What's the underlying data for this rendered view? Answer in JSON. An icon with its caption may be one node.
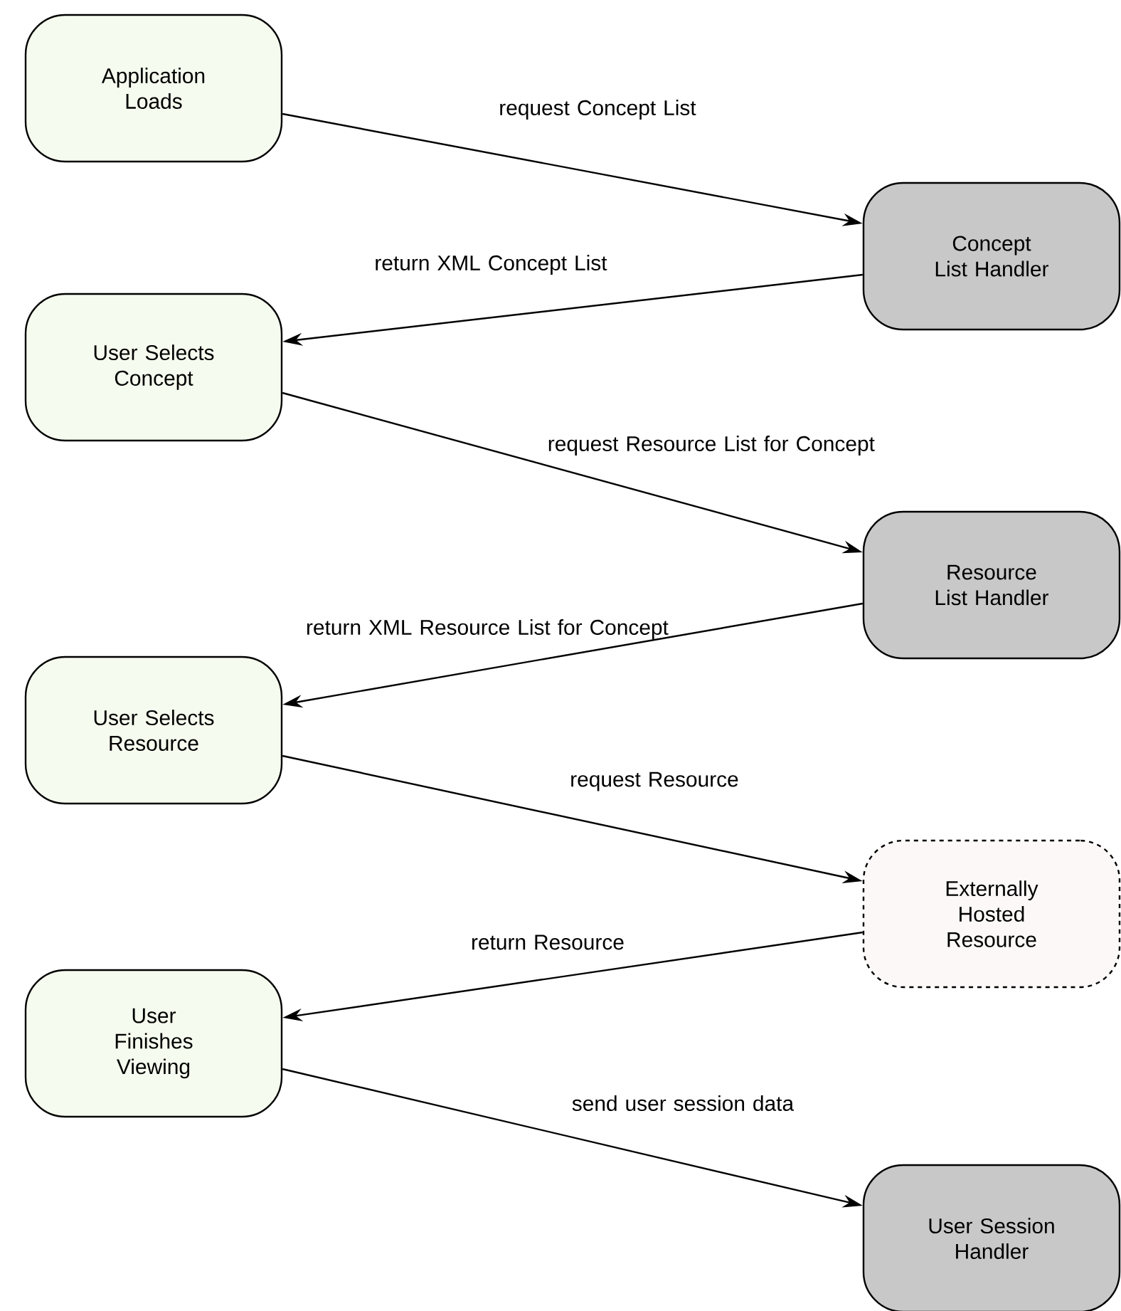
{
  "diagram": {
    "nodes": [
      {
        "text": [
          "Application Loads"
        ]
      },
      {
        "text": [
          "Concept List Handler"
        ]
      },
      {
        "text": [
          "User Selects Concept"
        ]
      },
      {
        "text": [
          "Resource List Handler"
        ]
      },
      {
        "text": [
          "User Selects Resource"
        ]
      },
      {
        "text": [
          "Externally Hosted Resource"
        ]
      },
      {
        "text": [
          "User Finishes Viewing"
        ]
      },
      {
        "text": [
          "User Session Handler"
        ]
      }
    ],
    "edges": [
      {
        "from": 0,
        "to": 1,
        "arrow": "to",
        "label": "request Concept List"
      },
      {
        "from": 1,
        "to": 2,
        "arrow": "to",
        "label": "return XML Concept List"
      },
      {
        "from": 2,
        "to": 3,
        "arrow": "to",
        "label": "request Resource List for Concept"
      },
      {
        "from": 3,
        "to": 4,
        "arrow": "to",
        "label": "return XML Resource List for Concept"
      },
      {
        "from": 4,
        "to": 5,
        "arrow": "to",
        "label": "request Resource"
      },
      {
        "from": 5,
        "to": 6,
        "arrow": "to",
        "label": "return Resource"
      },
      {
        "from": 6,
        "to": 7,
        "arrow": "to",
        "label": "send user session data"
      }
    ]
  }
}
